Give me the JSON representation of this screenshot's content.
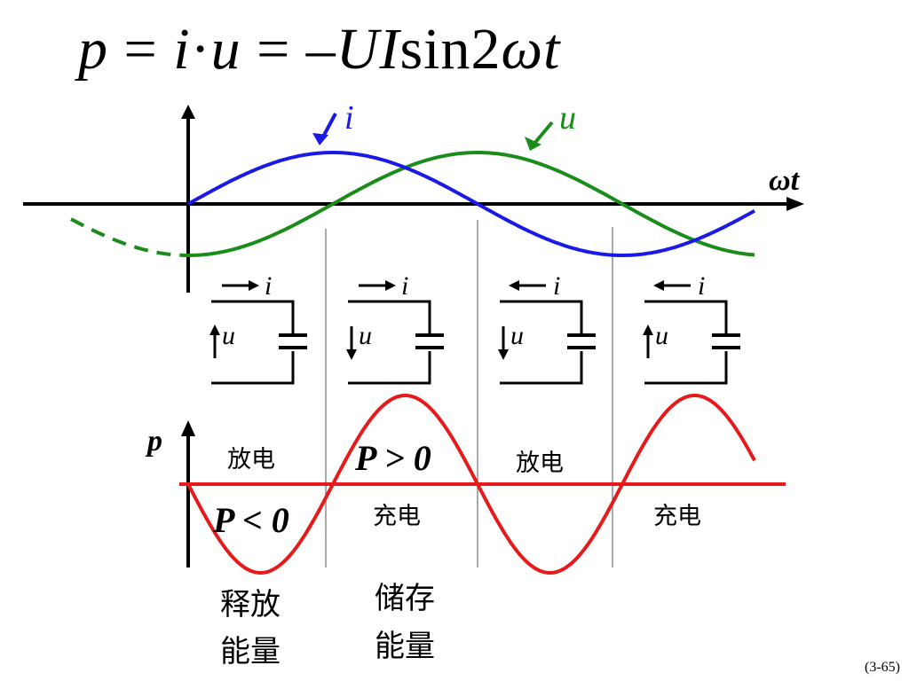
{
  "formula": {
    "p": "p",
    "eq1": " = ",
    "i": "i",
    "dot": "·",
    "u": "u",
    "eq2": " = –",
    "U": "U",
    "I": "I",
    "sin": "sin2",
    "omega_t": "ωt"
  },
  "waves": {
    "current_label": "i",
    "voltage_label": "u",
    "axis_label": "ωt",
    "current_color": "#1a1ae6",
    "voltage_color": "#1a8c1a"
  },
  "circuits": [
    {
      "current_label": "i",
      "current_direction": "right",
      "voltage_label": "u",
      "voltage_direction": "up"
    },
    {
      "current_label": "i",
      "current_direction": "right",
      "voltage_label": "u",
      "voltage_direction": "down"
    },
    {
      "current_label": "i",
      "current_direction": "left",
      "voltage_label": "u",
      "voltage_direction": "down"
    },
    {
      "current_label": "i",
      "current_direction": "left",
      "voltage_label": "u",
      "voltage_direction": "up"
    }
  ],
  "power": {
    "axis_label": "p",
    "curve_color": "#e61a1a",
    "discharge_1": "放电",
    "discharge_2": "放电",
    "charge_1": "充电",
    "charge_2": "充电",
    "p_negative": "P < 0",
    "p_positive": "P > 0",
    "release_line1": "释放",
    "release_line2": "能量",
    "store_line1": "储存",
    "store_line2": "能量"
  },
  "page_number": "(3-65)"
}
